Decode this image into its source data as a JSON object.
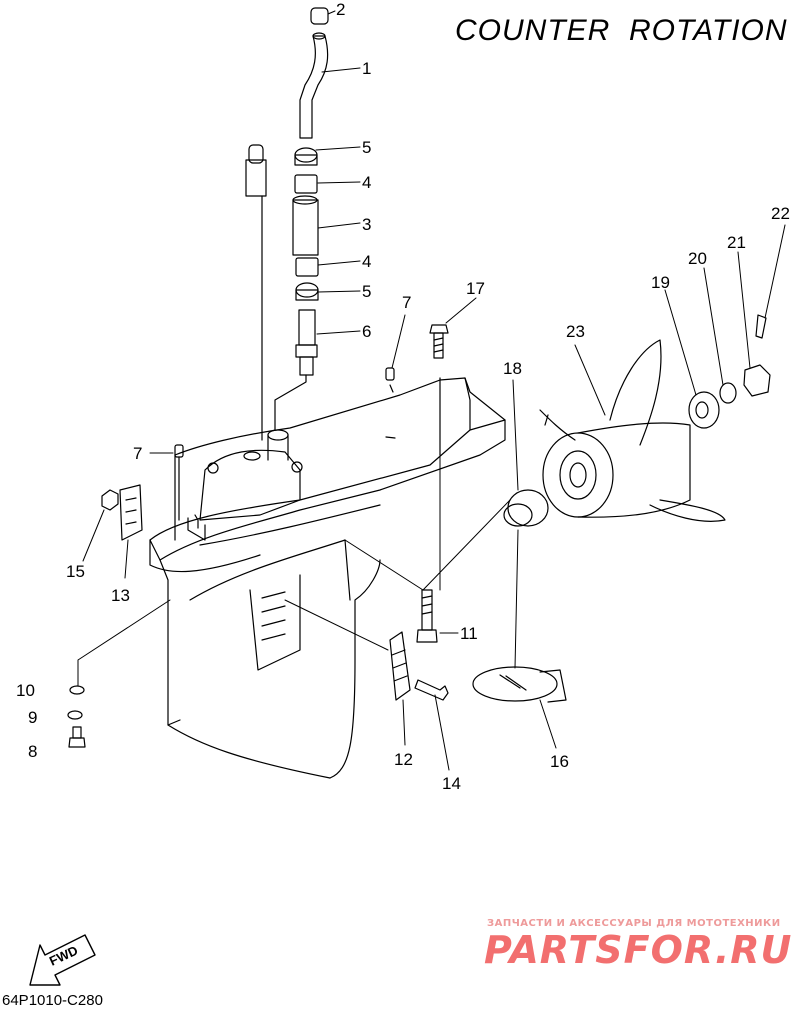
{
  "title": "COUNTER  ROTATION",
  "diagram_code": "64P1010-C280",
  "fwd_label": "FWD",
  "watermark": {
    "tagline": "ЗАПЧАСТИ И АКСЕССУАРЫ ДЛЯ МОТОТЕХНИКИ",
    "brand": "PARTSFOR.RU"
  },
  "callouts": [
    {
      "id": "c2",
      "text": "2"
    },
    {
      "id": "c1",
      "text": "1"
    },
    {
      "id": "c5a",
      "text": "5"
    },
    {
      "id": "c4a",
      "text": "4"
    },
    {
      "id": "c3",
      "text": "3"
    },
    {
      "id": "c4b",
      "text": "4"
    },
    {
      "id": "c5b",
      "text": "5"
    },
    {
      "id": "c6",
      "text": "6"
    },
    {
      "id": "c7a",
      "text": "7"
    },
    {
      "id": "c17",
      "text": "17"
    },
    {
      "id": "c7b",
      "text": "7"
    },
    {
      "id": "c15",
      "text": "15"
    },
    {
      "id": "c13",
      "text": "13"
    },
    {
      "id": "c10",
      "text": "10"
    },
    {
      "id": "c9",
      "text": "9"
    },
    {
      "id": "c8",
      "text": "8"
    },
    {
      "id": "c11",
      "text": "11"
    },
    {
      "id": "c12",
      "text": "12"
    },
    {
      "id": "c14",
      "text": "14"
    },
    {
      "id": "c16",
      "text": "16"
    },
    {
      "id": "c18",
      "text": "18"
    },
    {
      "id": "c23",
      "text": "23"
    },
    {
      "id": "c19",
      "text": "19"
    },
    {
      "id": "c20",
      "text": "20"
    },
    {
      "id": "c21",
      "text": "21"
    },
    {
      "id": "c22",
      "text": "22"
    }
  ]
}
